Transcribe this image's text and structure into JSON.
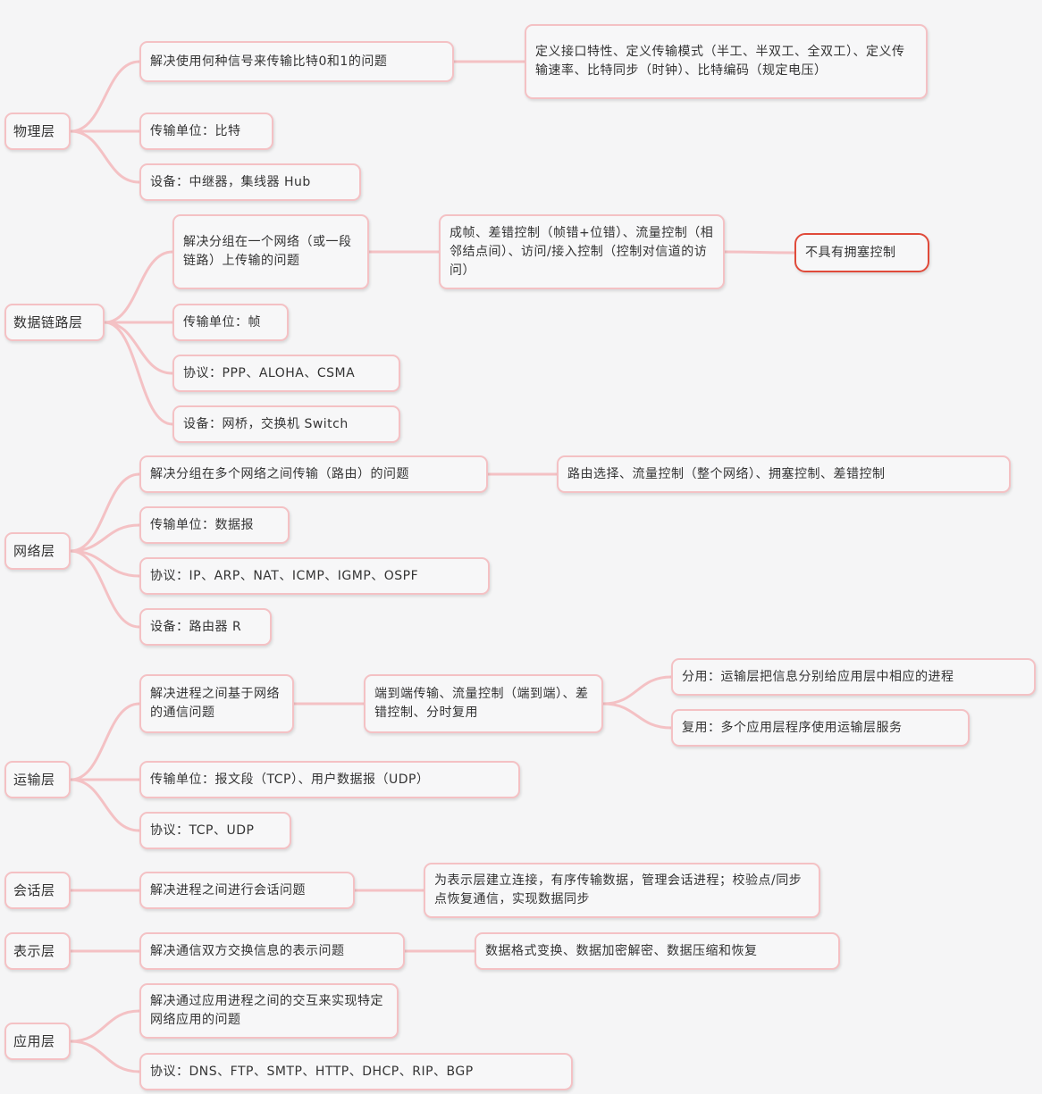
{
  "colors": {
    "connector": "#f4c1c4",
    "node_border": "#f4c1c4",
    "highlight": "#e04a3a",
    "background": "#f5f5f6"
  },
  "layers": [
    {
      "name": "物理层",
      "nodes": [
        "解决使用何种信号来传输比特0和1的问题",
        "定义接口特性、定义传输模式（半工、半双工、全双工）、定义传输速率、比特同步（时钟）、比特编码（规定电压）",
        "传输单位：比特",
        "设备：中继器，集线器 Hub"
      ]
    },
    {
      "name": "数据链路层",
      "nodes": [
        "解决分组在一个网络（或一段链路）上传输的问题",
        "成帧、差错控制（帧错+位错）、流量控制（相邻结点间）、访问/接入控制（控制对信道的访问）",
        "不具有拥塞控制",
        "传输单位：帧",
        "协议：PPP、ALOHA、CSMA",
        "设备：网桥，交换机 Switch"
      ]
    },
    {
      "name": "网络层",
      "nodes": [
        "解决分组在多个网络之间传输（路由）的问题",
        "路由选择、流量控制（整个网络）、拥塞控制、差错控制",
        "传输单位：数据报",
        "协议：IP、ARP、NAT、ICMP、IGMP、OSPF",
        "设备：路由器 R"
      ]
    },
    {
      "name": "运输层",
      "nodes": [
        "解决进程之间基于网络的通信问题",
        "端到端传输、流量控制（端到端）、差错控制、分时复用",
        "分用：运输层把信息分别给应用层中相应的进程",
        "复用：多个应用层程序使用运输层服务",
        "传输单位：报文段（TCP）、用户数据报（UDP）",
        "协议：TCP、UDP"
      ]
    },
    {
      "name": "会话层",
      "nodes": [
        "解决进程之间进行会话问题",
        "为表示层建立连接，有序传输数据，管理会话进程；校验点/同步点恢复通信，实现数据同步"
      ]
    },
    {
      "name": "表示层",
      "nodes": [
        "解决通信双方交换信息的表示问题",
        "数据格式变换、数据加密解密、数据压缩和恢复"
      ]
    },
    {
      "name": "应用层",
      "nodes": [
        "解决通过应用进程之间的交互来实现特定网络应用的问题",
        "协议：DNS、FTP、SMTP、HTTP、DHCP、RIP、BGP"
      ]
    }
  ]
}
